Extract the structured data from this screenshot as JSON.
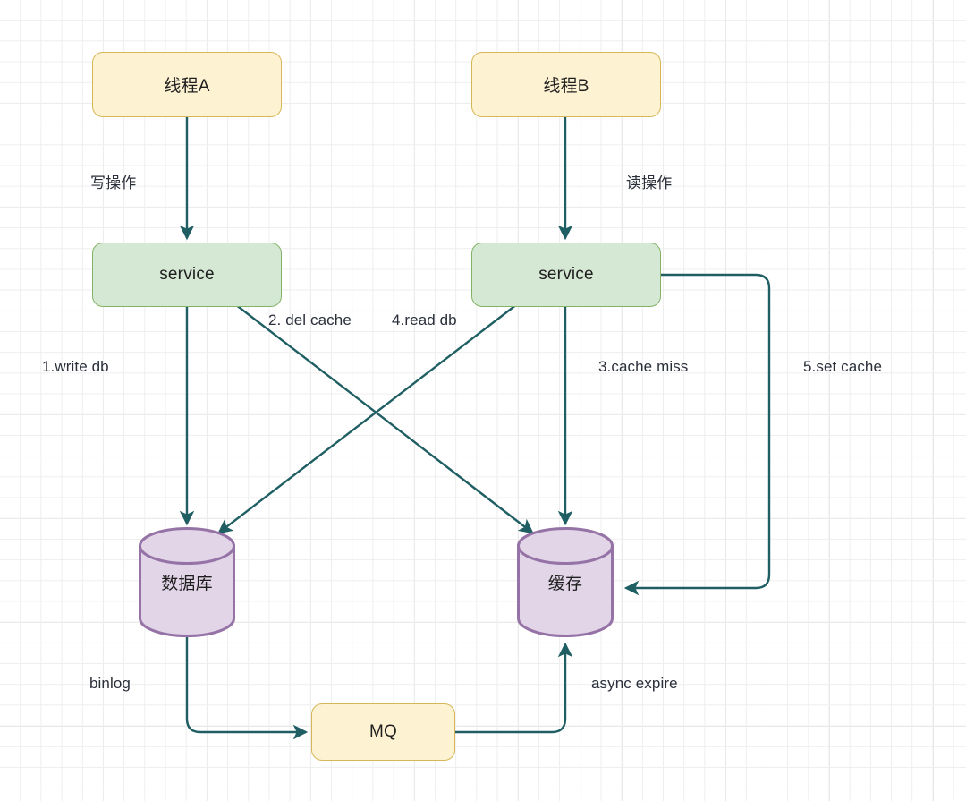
{
  "diagram": {
    "title": "cache-consistency-flow",
    "colors": {
      "edge": "#1f5f63",
      "yellow_fill": "#fdf2d2",
      "yellow_stroke": "#d6b656",
      "green_fill": "#d5e8d4",
      "green_stroke": "#82b366",
      "purple_fill": "#e1d5e7",
      "purple_stroke": "#9673a6",
      "grid_minor": "#eeeeee",
      "grid_major": "#e2e2e2",
      "text": "#1f1f1f"
    },
    "nodes": [
      {
        "id": "thread-a",
        "label": "线程A",
        "shape": "rounded-rect",
        "style": "yellow"
      },
      {
        "id": "thread-b",
        "label": "线程B",
        "shape": "rounded-rect",
        "style": "yellow"
      },
      {
        "id": "service-a",
        "label": "service",
        "shape": "rounded-rect",
        "style": "green"
      },
      {
        "id": "service-b",
        "label": "service",
        "shape": "rounded-rect",
        "style": "green"
      },
      {
        "id": "database",
        "label": "数据库",
        "shape": "cylinder",
        "style": "purple"
      },
      {
        "id": "cache",
        "label": "缓存",
        "shape": "cylinder",
        "style": "purple"
      },
      {
        "id": "mq",
        "label": "MQ",
        "shape": "rounded-rect",
        "style": "yellow"
      }
    ],
    "edges": [
      {
        "id": "write-op",
        "label": "写操作",
        "from": "thread-a",
        "to": "service-a"
      },
      {
        "id": "read-op",
        "label": "读操作",
        "from": "thread-b",
        "to": "service-b"
      },
      {
        "id": "write-db",
        "label": "1.write db",
        "from": "service-a",
        "to": "database"
      },
      {
        "id": "del-cache",
        "label": "2. del cache",
        "from": "service-a",
        "to": "cache"
      },
      {
        "id": "cache-miss",
        "label": "3.cache miss",
        "from": "service-b",
        "to": "cache"
      },
      {
        "id": "read-db",
        "label": "4.read db",
        "from": "service-b",
        "to": "database"
      },
      {
        "id": "set-cache",
        "label": "5.set cache",
        "from": "service-b",
        "to": "cache"
      },
      {
        "id": "binlog",
        "label": "binlog",
        "from": "database",
        "to": "mq"
      },
      {
        "id": "async-expire",
        "label": "async expire",
        "from": "mq",
        "to": "cache"
      }
    ]
  }
}
